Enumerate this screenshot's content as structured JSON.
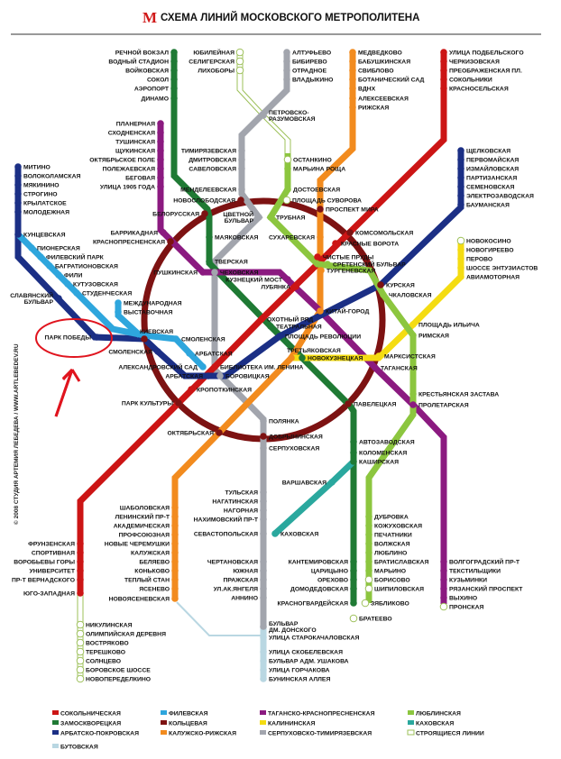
{
  "title": "СХЕМА ЛИНИЙ МОСКОВСКОГО МЕТРОПОЛИТЕНА",
  "logo": "M",
  "credit": "© 2008 СТУДИЯ АРТЕМИЯ ЛЕБЕДЕВА  /  WWW.ARTLEBEDEV.RU",
  "colors": {
    "red": "#cc1515",
    "green": "#1f7a34",
    "blue": "#1b2f85",
    "lblue": "#2ea6dd",
    "brown": "#7d1212",
    "orange": "#f28b1e",
    "purple": "#8b1a80",
    "yellow": "#f4dc12",
    "gray": "#a2a5ad",
    "lime": "#8cc63f",
    "teal": "#2aa89e",
    "butovo": "#b9d7e2",
    "cons": "#9dc05a",
    "annotation": "#e0141e"
  },
  "legend": [
    {
      "label": "СОКОЛЬНИЧЕСКАЯ",
      "line": "red"
    },
    {
      "label": "ЗАМОСКВОРЕЦКАЯ",
      "line": "green"
    },
    {
      "label": "АРБАТСКО-ПОКРОВСКАЯ",
      "line": "blue"
    },
    {
      "label": "БУТОВСКАЯ",
      "line": "butovo"
    },
    {
      "label": "ФИЛЕВСКАЯ",
      "line": "lblue"
    },
    {
      "label": "КОЛЬЦЕВАЯ",
      "line": "brown"
    },
    {
      "label": "КАЛУЖСКО-РИЖСКАЯ",
      "line": "orange"
    },
    {
      "label": "ТАГАНСКО-КРАСНОПРЕСНЕНСКАЯ",
      "line": "purple"
    },
    {
      "label": "КАЛИНИНСКАЯ",
      "line": "yellow"
    },
    {
      "label": "СЕРПУХОВСКО-ТИМИРЯЗЕВСКАЯ",
      "line": "gray"
    },
    {
      "label": "ЛЮБЛИНСКАЯ",
      "line": "lime"
    },
    {
      "label": "КАХОВСКАЯ",
      "line": "teal"
    },
    {
      "label": "СТРОЯЩИЕСЯ ЛИНИИ",
      "line": "cons"
    }
  ],
  "stations": [
    {
      "name": "РЕЧНОЙ ВОКЗАЛ",
      "line": "green"
    },
    {
      "name": "ВОДНЫЙ СТАДИОН",
      "line": "green"
    },
    {
      "name": "ВОЙКОВСКАЯ",
      "line": "green"
    },
    {
      "name": "СОКОЛ",
      "line": "green"
    },
    {
      "name": "АЭРОПОРТ",
      "line": "green"
    },
    {
      "name": "ДИНАМО",
      "line": "green"
    },
    {
      "name": "ПЛАНЕРНАЯ",
      "line": "purple"
    },
    {
      "name": "СХОДНЕНСКАЯ",
      "line": "purple"
    },
    {
      "name": "ТУШИНСКАЯ",
      "line": "purple"
    },
    {
      "name": "ЩУКИНСКАЯ",
      "line": "purple"
    },
    {
      "name": "ОКТЯБРЬСКОЕ ПОЛЕ",
      "line": "purple"
    },
    {
      "name": "ПОЛЕЖАЕВСКАЯ",
      "line": "purple"
    },
    {
      "name": "БЕГОВАЯ",
      "line": "purple"
    },
    {
      "name": "УЛИЦА 1905 ГОДА",
      "line": "purple"
    },
    {
      "name": "ЮБИЛЕЙНАЯ",
      "line": "cons"
    },
    {
      "name": "СЕЛИГЕРСКАЯ",
      "line": "cons"
    },
    {
      "name": "ЛИХОБОРЫ",
      "line": "cons"
    },
    {
      "name": "АЛТУФЬЕВО",
      "line": "gray"
    },
    {
      "name": "БИБИРЕВО",
      "line": "gray"
    },
    {
      "name": "ОТРАДНОЕ",
      "line": "gray"
    },
    {
      "name": "ВЛАДЫКИНО",
      "line": "gray"
    },
    {
      "name": "ПЕТРОВСКО-РАЗУМОВСКАЯ",
      "line": "gray",
      "lines": [
        "ПЕТРОВСКО-",
        "РАЗУМОВСКАЯ"
      ]
    },
    {
      "name": "ТИМИРЯЗЕВСКАЯ",
      "line": "gray"
    },
    {
      "name": "ДМИТРОВСКАЯ",
      "line": "gray"
    },
    {
      "name": "САВЕЛОВСКАЯ",
      "line": "gray"
    },
    {
      "name": "МЕНДЕЛЕЕВСКАЯ",
      "line": "gray"
    },
    {
      "name": "НОВОСЛОБОДСКАЯ",
      "line": "brown"
    },
    {
      "name": "БЕЛОРУССКАЯ",
      "line": "brown"
    },
    {
      "name": "ЦВЕТНОЙ БУЛЬВАР",
      "line": "gray",
      "lines": [
        "ЦВЕТНОЙ",
        "БУЛЬВАР"
      ]
    },
    {
      "name": "ТРУБНАЯ",
      "line": "lime"
    },
    {
      "name": "ОСТАНКИНО",
      "line": "cons"
    },
    {
      "name": "МАРЬИНА РОЩА",
      "line": "lime"
    },
    {
      "name": "ДОСТОЕВСКАЯ",
      "line": "lime"
    },
    {
      "name": "ПЛОЩАДЬ СУВОРОВА",
      "line": "cons"
    },
    {
      "name": "ПРОСПЕКТ МИРА",
      "line": "brown"
    },
    {
      "name": "СУХАРЕВСКАЯ",
      "line": "orange"
    },
    {
      "name": "МАЯКОВСКАЯ",
      "line": "green"
    },
    {
      "name": "БАРРИКАДНАЯ",
      "line": "purple"
    },
    {
      "name": "КРАСНОПРЕСНЕНСКАЯ",
      "line": "brown"
    },
    {
      "name": "ТВЕРСКАЯ",
      "line": "green"
    },
    {
      "name": "ПУШКИНСКАЯ",
      "line": "purple"
    },
    {
      "name": "ЧЕХОВСКАЯ",
      "line": "gray"
    },
    {
      "name": "КУЗНЕЦКИЙ МОСТ",
      "line": "purple"
    },
    {
      "name": "ЛУБЯНКА",
      "line": "red"
    },
    {
      "name": "ЧИСТЫЕ ПРУДЫ",
      "line": "red"
    },
    {
      "name": "СРЕТЕНСКИЙ БУЛЬВАР",
      "line": "lime"
    },
    {
      "name": "ТУРГЕНЕВСКАЯ",
      "line": "orange"
    },
    {
      "name": "КОМСОМОЛЬСКАЯ",
      "line": "brown"
    },
    {
      "name": "КРАСНЫЕ ВОРОТА",
      "line": "red"
    },
    {
      "name": "КУРСКАЯ",
      "line": "brown"
    },
    {
      "name": "ЧКАЛОВСКАЯ",
      "line": "lime"
    },
    {
      "name": "КИТАЙ-ГОРОД",
      "line": "orange"
    },
    {
      "name": "ОХОТНЫЙ РЯД",
      "line": "red"
    },
    {
      "name": "ТЕАТРАЛЬНАЯ",
      "line": "green"
    },
    {
      "name": "ПЛОЩАДЬ РЕВОЛЮЦИИ",
      "line": "blue"
    },
    {
      "name": "ТРЕТЬЯКОВСКАЯ",
      "line": "orange"
    },
    {
      "name": "НОВОКУЗНЕЦКАЯ",
      "line": "green"
    },
    {
      "name": "МАРКСИСТСКАЯ",
      "line": "yellow"
    },
    {
      "name": "ТАГАНСКАЯ",
      "line": "purple"
    },
    {
      "name": "ПЛОЩАДЬ ИЛЬИЧА",
      "line": "yellow"
    },
    {
      "name": "РИМСКАЯ",
      "line": "lime"
    },
    {
      "name": "КРЕСТЬЯНСКАЯ ЗАСТАВА",
      "line": "lime"
    },
    {
      "name": "ПРОЛЕТАРСКАЯ",
      "line": "purple"
    },
    {
      "name": "ПАВЕЛЕЦКАЯ",
      "line": "brown"
    },
    {
      "name": "ПОЛЯНКА",
      "line": "gray"
    },
    {
      "name": "ДОБРЫНИНСКАЯ",
      "line": "brown"
    },
    {
      "name": "СЕРПУХОВСКАЯ",
      "line": "gray"
    },
    {
      "name": "АВТОЗАВОДСКАЯ",
      "line": "green"
    },
    {
      "name": "КОЛОМЕНСКАЯ",
      "line": "green"
    },
    {
      "name": "КАШИРСКАЯ",
      "line": "green"
    },
    {
      "name": "ВАРШАВСКАЯ",
      "line": "teal"
    },
    {
      "name": "КАХОВСКАЯ",
      "line": "teal"
    },
    {
      "name": "ТУЛЬСКАЯ",
      "line": "gray"
    },
    {
      "name": "НАГАТИНСКАЯ",
      "line": "gray"
    },
    {
      "name": "НАГОРНАЯ",
      "line": "gray"
    },
    {
      "name": "НАХИМОВСКИЙ ПР-Т",
      "line": "gray"
    },
    {
      "name": "СЕВАСТОПОЛЬСКАЯ",
      "line": "gray"
    },
    {
      "name": "ЧЕРТАНОВСКАЯ",
      "line": "gray"
    },
    {
      "name": "ЮЖНАЯ",
      "line": "gray"
    },
    {
      "name": "ПРАЖСКАЯ",
      "line": "gray"
    },
    {
      "name": "УЛ.АК.ЯНГЕЛЯ",
      "line": "gray"
    },
    {
      "name": "АННИНО",
      "line": "gray"
    },
    {
      "name": "БУЛЬВАР ДМ. ДОНСКОГО",
      "line": "gray",
      "lines": [
        "БУЛЬВАР",
        "ДМ. ДОНСКОГО"
      ]
    },
    {
      "name": "УЛИЦА СТАРОКАЧАЛОВСКАЯ",
      "line": "butovo"
    },
    {
      "name": "УЛИЦА СКОБЕЛЕВСКАЯ",
      "line": "butovo"
    },
    {
      "name": "БУЛЬВАР АДМ. УШАКОВА",
      "line": "butovo"
    },
    {
      "name": "УЛИЦА ГОРЧАКОВА",
      "line": "butovo"
    },
    {
      "name": "БУНИНСКАЯ АЛЛЕЯ",
      "line": "butovo"
    },
    {
      "name": "ОКТЯБРЬСКАЯ",
      "line": "brown"
    },
    {
      "name": "ШАБОЛОВСКАЯ",
      "line": "orange"
    },
    {
      "name": "ЛЕНИНСКИЙ ПР-Т",
      "line": "orange"
    },
    {
      "name": "АКАДЕМИЧЕСКАЯ",
      "line": "orange"
    },
    {
      "name": "ПРОФСОЮЗНАЯ",
      "line": "orange"
    },
    {
      "name": "НОВЫЕ ЧЕРЕМУШКИ",
      "line": "orange"
    },
    {
      "name": "КАЛУЖСКАЯ",
      "line": "orange"
    },
    {
      "name": "БЕЛЯЕВО",
      "line": "orange"
    },
    {
      "name": "КОНЬКОВО",
      "line": "orange"
    },
    {
      "name": "ТЕПЛЫЙ СТАН",
      "line": "orange"
    },
    {
      "name": "ЯСЕНЕВО",
      "line": "orange"
    },
    {
      "name": "НОВОЯСЕНЕВСКАЯ",
      "line": "orange"
    },
    {
      "name": "ФРУНЗЕНСКАЯ",
      "line": "red"
    },
    {
      "name": "СПОРТИВНАЯ",
      "line": "red"
    },
    {
      "name": "ВОРОБЬЕВЫ ГОРЫ",
      "line": "red"
    },
    {
      "name": "УНИВЕРСИТЕТ",
      "line": "red"
    },
    {
      "name": "ПР-Т ВЕРНАДСКОГО",
      "line": "red"
    },
    {
      "name": "ЮГО-ЗАПАДНАЯ",
      "line": "red"
    },
    {
      "name": "НИКУЛИНСКАЯ",
      "line": "cons"
    },
    {
      "name": "ОЛИМПИЙСКАЯ ДЕРЕВНЯ",
      "line": "cons"
    },
    {
      "name": "ВОСТРЯКОВО",
      "line": "cons"
    },
    {
      "name": "ТЕРЕШКОВО",
      "line": "cons"
    },
    {
      "name": "СОЛНЦЕВО",
      "line": "cons"
    },
    {
      "name": "БОРОВСКОЕ ШОССЕ",
      "line": "cons"
    },
    {
      "name": "НОВОПЕРЕДЕЛКИНО",
      "line": "cons"
    },
    {
      "name": "КАНТЕМИРОВСКАЯ",
      "line": "green"
    },
    {
      "name": "ЦАРИЦЫНО",
      "line": "green"
    },
    {
      "name": "ОРЕХОВО",
      "line": "green"
    },
    {
      "name": "ДОМОДЕДОВСКАЯ",
      "line": "green"
    },
    {
      "name": "КРАСНОГВАРДЕЙСКАЯ",
      "line": "green"
    },
    {
      "name": "БРАТЕЕВО",
      "line": "cons"
    },
    {
      "name": "ДУБРОВКА",
      "line": "lime"
    },
    {
      "name": "КОЖУХОВСКАЯ",
      "line": "lime"
    },
    {
      "name": "ПЕЧАТНИКИ",
      "line": "lime"
    },
    {
      "name": "ВОЛЖСКАЯ",
      "line": "lime"
    },
    {
      "name": "ЛЮБЛИНО",
      "line": "lime"
    },
    {
      "name": "БРАТИСЛАВСКАЯ",
      "line": "lime"
    },
    {
      "name": "МАРЬИНО",
      "line": "lime"
    },
    {
      "name": "БОРИСОВО",
      "line": "cons"
    },
    {
      "name": "ШИПИЛОВСКАЯ",
      "line": "cons"
    },
    {
      "name": "ЗЯБЛИКОВО",
      "line": "cons"
    },
    {
      "name": "ВОЛГОГРАДСКИЙ ПР-Т",
      "line": "purple"
    },
    {
      "name": "ТЕКСТИЛЬЩИКИ",
      "line": "purple"
    },
    {
      "name": "КУЗЬМИНКИ",
      "line": "purple"
    },
    {
      "name": "РЯЗАНСКИЙ ПРОСПЕКТ",
      "line": "purple"
    },
    {
      "name": "ВЫХИНО",
      "line": "purple"
    },
    {
      "name": "ПРОНСКАЯ",
      "line": "cons"
    },
    {
      "name": "МЕДВЕДКОВО",
      "line": "orange"
    },
    {
      "name": "БАБУШКИНСКАЯ",
      "line": "orange"
    },
    {
      "name": "СВИБЛОВО",
      "line": "orange"
    },
    {
      "name": "БОТАНИЧЕСКИЙ САД",
      "line": "orange"
    },
    {
      "name": "ВДНХ",
      "line": "orange"
    },
    {
      "name": "АЛЕКСЕЕВСКАЯ",
      "line": "orange"
    },
    {
      "name": "РИЖСКАЯ",
      "line": "orange"
    },
    {
      "name": "УЛИЦА ПОДБЕЛЬСКОГО",
      "line": "red"
    },
    {
      "name": "ЧЕРКИЗОВСКАЯ",
      "line": "red"
    },
    {
      "name": "ПРЕОБРАЖЕНСКАЯ ПЛ.",
      "line": "red"
    },
    {
      "name": "СОКОЛЬНИКИ",
      "line": "red"
    },
    {
      "name": "КРАСНОСЕЛЬСКАЯ",
      "line": "red"
    },
    {
      "name": "ЩЕЛКОВСКАЯ",
      "line": "blue"
    },
    {
      "name": "ПЕРВОМАЙСКАЯ",
      "line": "blue"
    },
    {
      "name": "ИЗМАЙЛОВСКАЯ",
      "line": "blue"
    },
    {
      "name": "ПАРТИЗАНСКАЯ",
      "line": "blue"
    },
    {
      "name": "СЕМЕНОВСКАЯ",
      "line": "blue"
    },
    {
      "name": "ЭЛЕКТРОЗАВОДСКАЯ",
      "line": "blue"
    },
    {
      "name": "БАУМАНСКАЯ",
      "line": "blue"
    },
    {
      "name": "НОВОКОСИНО",
      "line": "cons"
    },
    {
      "name": "НОВОГИРЕЕВО",
      "line": "yellow"
    },
    {
      "name": "ПЕРОВО",
      "line": "yellow"
    },
    {
      "name": "ШОССЕ ЭНТУЗИАСТОВ",
      "line": "yellow"
    },
    {
      "name": "АВИАМОТОРНАЯ",
      "line": "yellow"
    },
    {
      "name": "МИТИНО",
      "line": "blue"
    },
    {
      "name": "ВОЛОКОЛАМСКАЯ",
      "line": "blue"
    },
    {
      "name": "МЯКИНИНО",
      "line": "blue"
    },
    {
      "name": "СТРОГИНО",
      "line": "blue"
    },
    {
      "name": "КРЫЛАТСКОЕ",
      "line": "blue"
    },
    {
      "name": "МОЛОДЕЖНАЯ",
      "line": "blue"
    },
    {
      "name": "КУНЦЕВСКАЯ",
      "line": "blue"
    },
    {
      "name": "ПИОНЕРСКАЯ",
      "line": "lblue"
    },
    {
      "name": "ФИЛЕВСКИЙ ПАРК",
      "line": "lblue"
    },
    {
      "name": "БАГРАТИОНОВСКАЯ",
      "line": "lblue"
    },
    {
      "name": "ФИЛИ",
      "line": "lblue"
    },
    {
      "name": "КУТУЗОВСКАЯ",
      "line": "lblue"
    },
    {
      "name": "СТУДЕНЧЕСКАЯ",
      "line": "lblue"
    },
    {
      "name": "СЛАВЯНСКИЙ БУЛЬВАР",
      "line": "blue",
      "lines": [
        "СЛАВЯНСКИЙ",
        "БУЛЬВАР"
      ]
    },
    {
      "name": "МЕЖДУНАРОДНАЯ",
      "line": "lblue"
    },
    {
      "name": "ВЫСТАВОЧНАЯ",
      "line": "lblue"
    },
    {
      "name": "КИЕВСКАЯ",
      "line": "brown"
    },
    {
      "name": "ПАРК ПОБЕДЫ",
      "line": "blue"
    },
    {
      "name": "СМОЛЕНСКАЯ",
      "line": "lblue"
    },
    {
      "name": "СМОЛЕНСКАЯ",
      "line": "blue"
    },
    {
      "name": "АРБАТСКАЯ",
      "line": "lblue"
    },
    {
      "name": "АЛЕКСАНДРОВСКИЙ САД",
      "line": "lblue"
    },
    {
      "name": "АРБАТСКАЯ",
      "line": "blue"
    },
    {
      "name": "БИБЛИОТЕКА ИМ. ЛЕНИНА",
      "line": "red"
    },
    {
      "name": "БОРОВИЦКАЯ",
      "line": "gray"
    },
    {
      "name": "КРОПОТКИНСКАЯ",
      "line": "red"
    },
    {
      "name": "ПАРК КУЛЬТУРЫ",
      "line": "brown"
    }
  ]
}
